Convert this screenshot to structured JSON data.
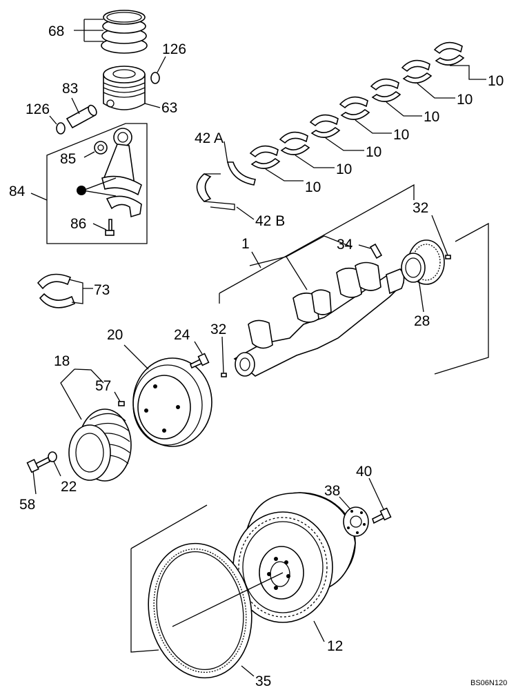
{
  "labels": {
    "l68": "68",
    "l126a": "126",
    "l83": "83",
    "l126b": "126",
    "l63": "63",
    "l85": "85",
    "l84": "84",
    "l86": "86",
    "l73": "73",
    "l42a": "42 A",
    "l42b": "42 B",
    "l10a": "10",
    "l10b": "10",
    "l10c": "10",
    "l10d": "10",
    "l10e": "10",
    "l10f": "10",
    "l10g": "10",
    "l32a": "32",
    "l32b": "32",
    "l34": "34",
    "l1": "1",
    "l28": "28",
    "l20": "20",
    "l24": "24",
    "l18": "18",
    "l57": "57",
    "l22": "22",
    "l58": "58",
    "l40": "40",
    "l38": "38",
    "l12": "12",
    "l35": "35",
    "code": "BS06N120"
  }
}
